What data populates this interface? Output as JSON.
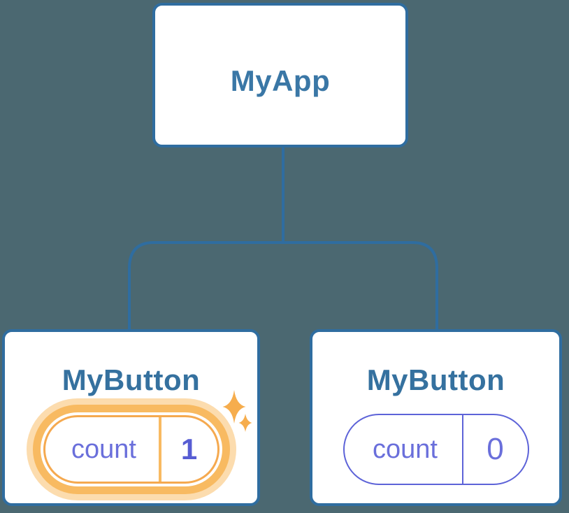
{
  "diagram": {
    "title_hint": "component tree",
    "root": {
      "label": "MyApp"
    },
    "children": [
      {
        "label": "MyButton",
        "state_key": "count",
        "state_value": "1",
        "highlighted": true
      },
      {
        "label": "MyButton",
        "state_key": "count",
        "state_value": "0",
        "highlighted": false
      }
    ]
  },
  "icons": [
    {
      "name": "sparkle-icon",
      "meaning": "state just updated",
      "color": "#f6ad4d"
    }
  ],
  "colors": {
    "background": "#4b6871",
    "card_background": "#ffffff",
    "card_border": "#2f6da0",
    "connector_line": "#2f6da0",
    "root_title_text": "#3a77a6",
    "child_title_text": "#35719f",
    "state_key_text": "#6a6fdb",
    "state_value_text": "#575dd3",
    "default_pill_border": "#5d63d8",
    "highlight_ring": "#f8ba61",
    "highlight_halo": "#fcdcae",
    "highlight_border": "#f5a94f",
    "sparkle": "#f6ad4d"
  }
}
